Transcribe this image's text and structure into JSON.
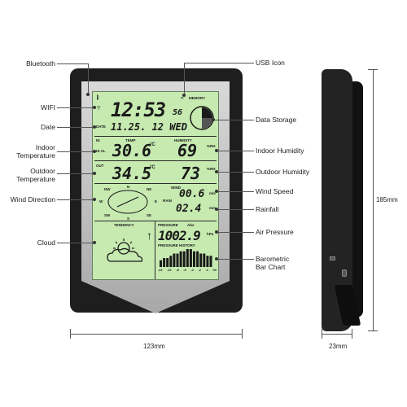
{
  "callouts_left": {
    "bluetooth": "Bluetooth",
    "wifi": "WIFI",
    "date": "Date",
    "indoor_temperature": [
      "Indoor",
      "Temperature"
    ],
    "outdoor_temperature": [
      "Outdoor",
      "Temperature"
    ],
    "wind_direction": "Wind Direction",
    "cloud": "Cloud"
  },
  "callouts_right": {
    "usb_icon": "USB Icon",
    "data_storage": "Data Storage",
    "indoor_humidity": "Indoor Humidity",
    "outdoor_humidity": "Outdoor Humidity",
    "wind_speed": "Wind Speed",
    "rainfall": "Rainfall",
    "air_pressure": "Air Pressure",
    "barometric_chart": [
      "Barometric",
      "Bar Chart"
    ]
  },
  "dimensions": {
    "width": "123mm",
    "depth": "23mm",
    "height": "185mm"
  },
  "lcd": {
    "time": "12:53",
    "seconds": "56",
    "memory_label": "MEMORY",
    "date_label": "DATE",
    "date": "11.25. 12 WED",
    "in_label": "IN",
    "temp_label": "TEMP",
    "humidity_label": "HUMIDITY",
    "hi_al": "HI AL",
    "indoor_temp": "30.6",
    "indoor_temp_unit": "°C",
    "indoor_humidity": "69",
    "humidity_unit": "%RH",
    "out_label": "OUT",
    "outdoor_temp": "34.5",
    "outdoor_temp_unit": "°C",
    "outdoor_humidity": "73",
    "wind_label": "WIND",
    "rain_label": "RAIN",
    "compass": [
      "NW",
      "N",
      "NE",
      "W",
      "E",
      "SW",
      "S",
      "SE"
    ],
    "wind_speed": "00.6",
    "wind_unit": "m/s",
    "rainfall": "02.4",
    "rain_unit": "mm",
    "tendency_label": "TENDENCY",
    "pressure_label": "PRESSURE",
    "pressure_sub": "Abs",
    "pressure": "1002.9",
    "pressure_unit": "hPa",
    "history_label": "PRESSURE HISTORY",
    "history_ticks": [
      "-24",
      "-12",
      "-8",
      "-6",
      "-4",
      "-2",
      "-1",
      "0h"
    ],
    "history_bars": [
      3,
      4,
      4,
      5,
      6,
      6,
      7,
      7,
      8,
      8,
      7,
      7,
      6,
      6,
      5,
      5
    ]
  }
}
